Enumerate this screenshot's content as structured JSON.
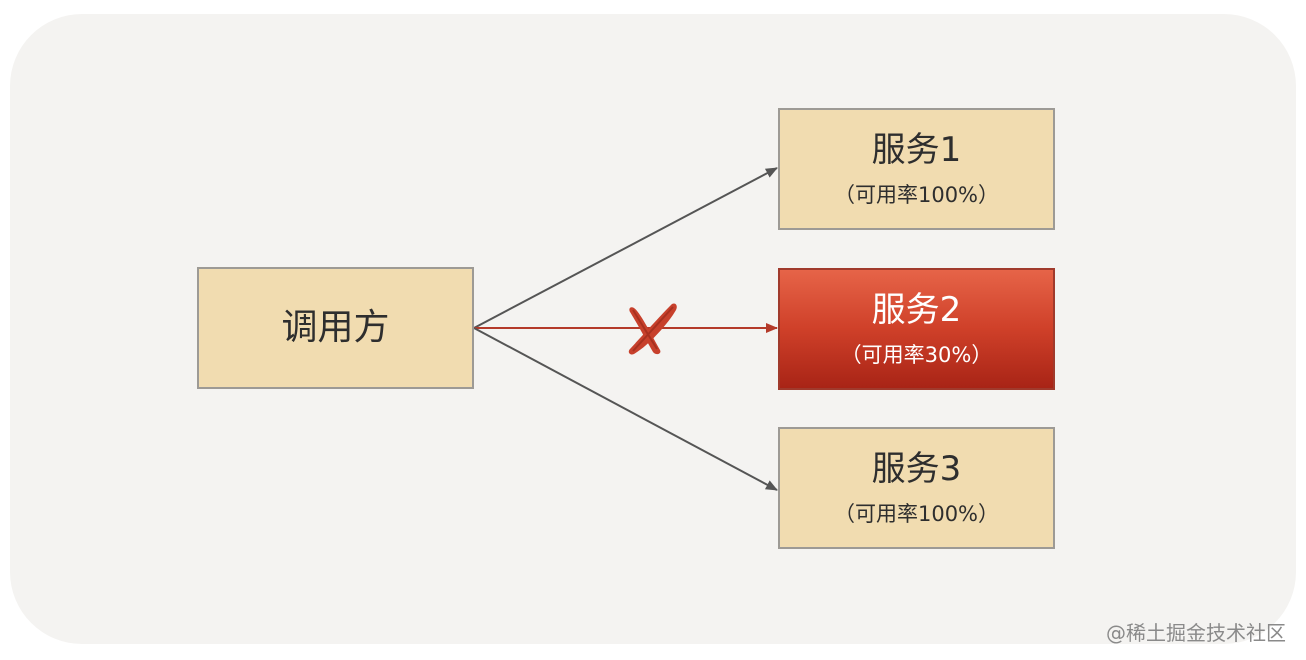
{
  "caller": {
    "label": "调用方"
  },
  "services": [
    {
      "title": "服务1",
      "availability": "（可用率100%）",
      "status": "normal"
    },
    {
      "title": "服务2",
      "availability": "（可用率30%）",
      "status": "failed"
    },
    {
      "title": "服务3",
      "availability": "（可用率100%）",
      "status": "normal"
    }
  ],
  "colors": {
    "node_fill": "#f1dcb0",
    "failed_fill": "#cf4029",
    "arrow": "#555555",
    "failed_arrow": "#b43a2a",
    "cross": "#c7402c"
  },
  "watermark": "@稀土掘金技术社区"
}
